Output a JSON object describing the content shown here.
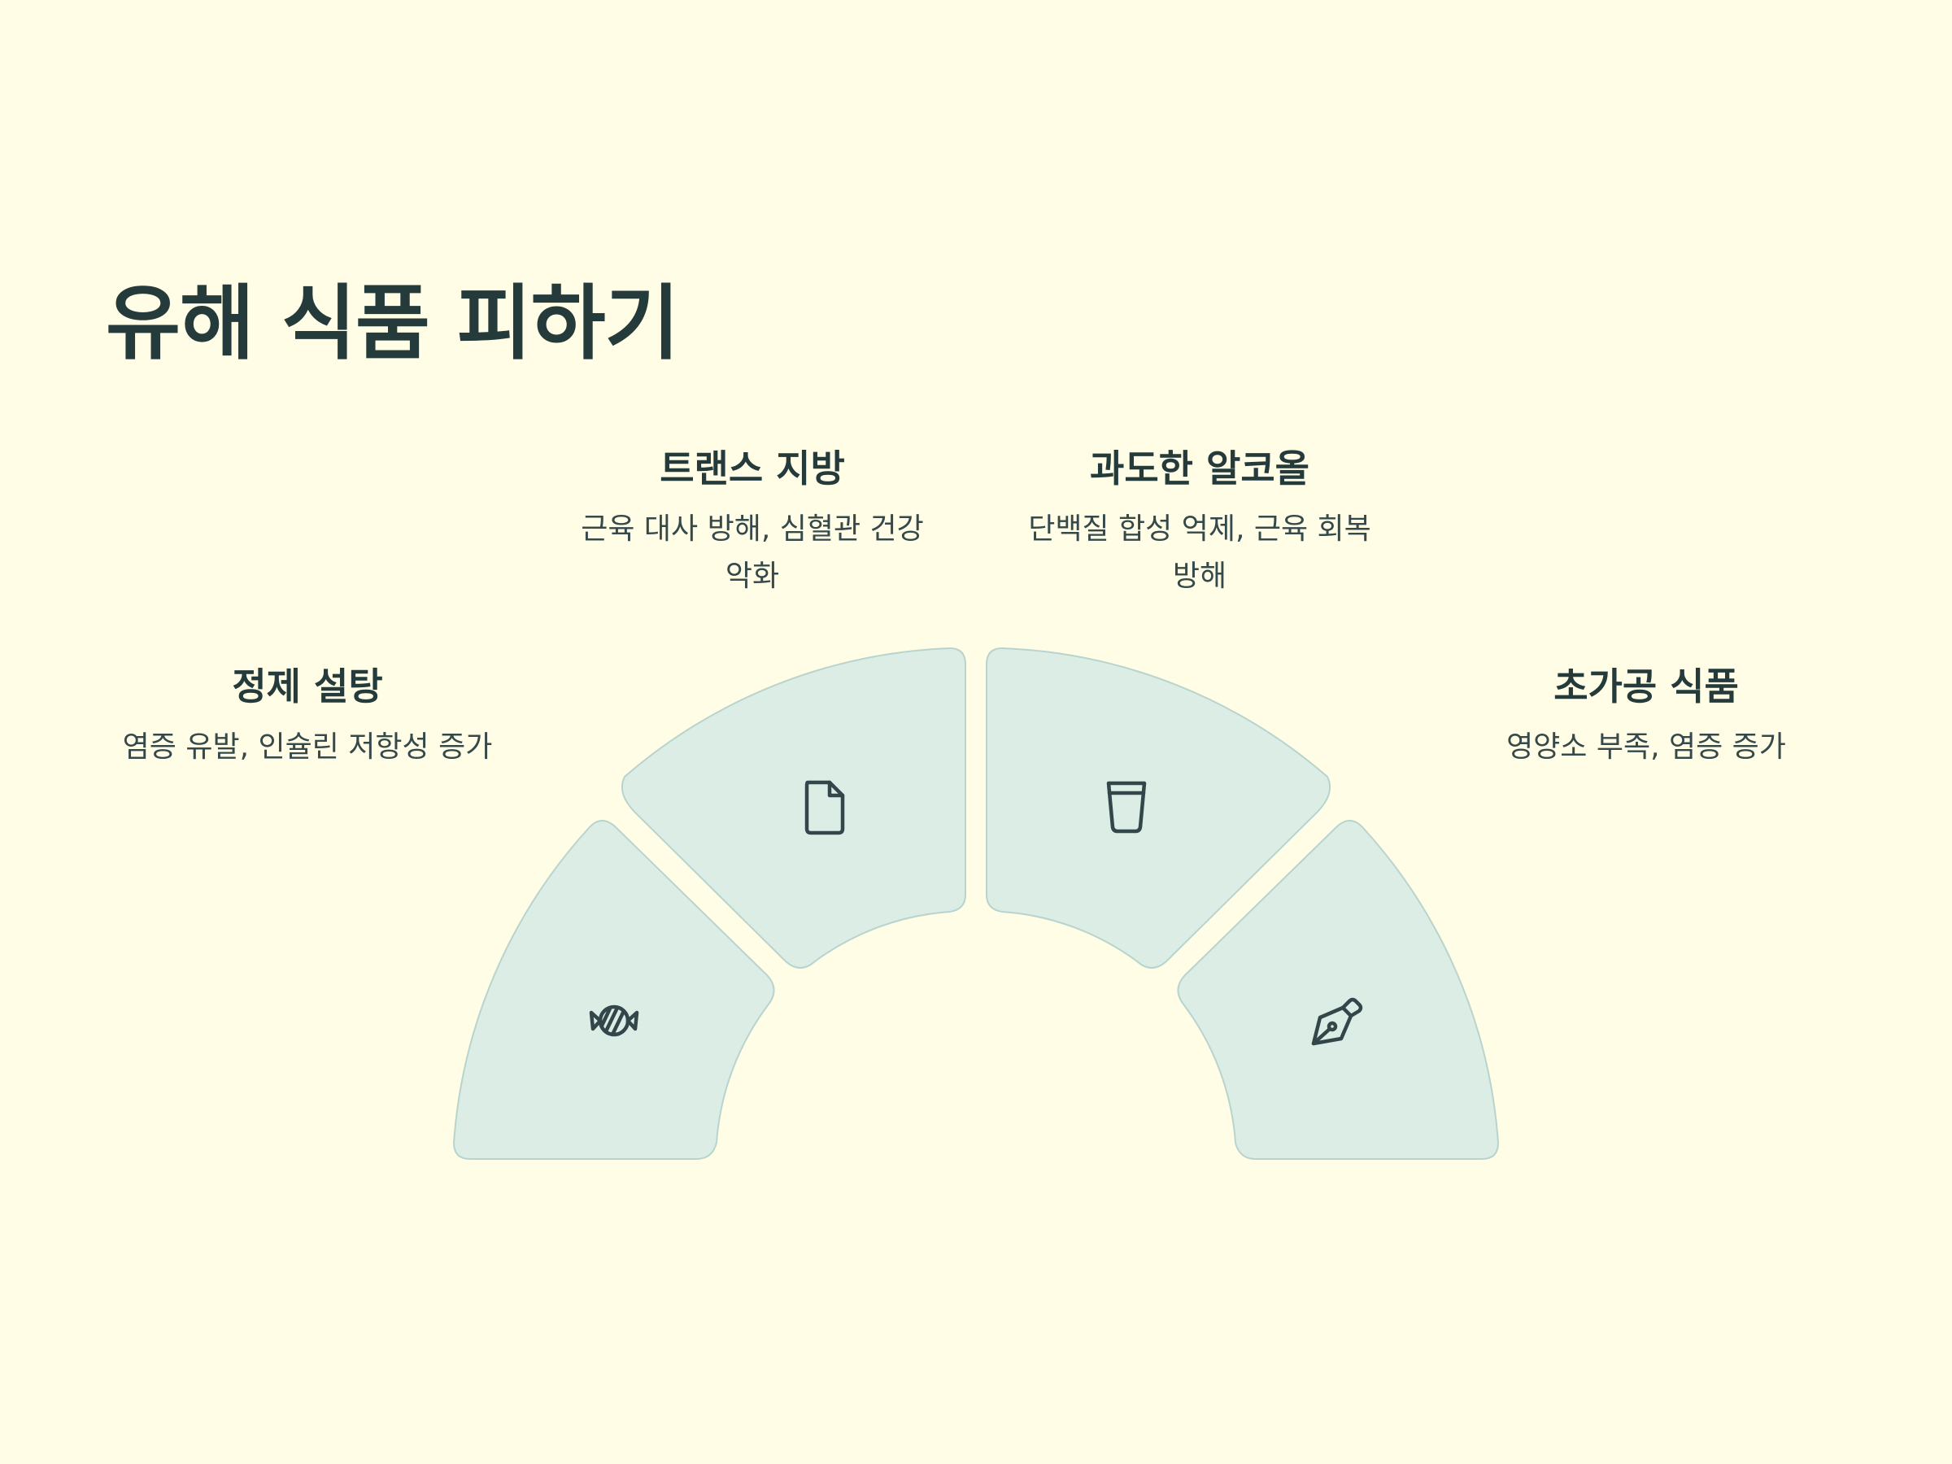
{
  "title": "유해 식품 피하기",
  "colors": {
    "background": "#fffde6",
    "segment_fill": "#dcede6",
    "segment_stroke": "#b9d3cd",
    "text": "#253a3b"
  },
  "items": [
    {
      "title": "정제 설탕",
      "description": "염증 유발, 인슐린 저항성 증가",
      "icon": "candy-icon"
    },
    {
      "title": "트랜스 지방",
      "description": "근육 대사 방해, 심혈관 건강 악화",
      "icon": "file-icon"
    },
    {
      "title": "과도한 알코올",
      "description": "단백질 합성 억제, 근육 회복 방해",
      "icon": "cup-icon"
    },
    {
      "title": "초가공 식품",
      "description": "영양소 부족, 염증 증가",
      "icon": "pen-nib-icon"
    }
  ]
}
